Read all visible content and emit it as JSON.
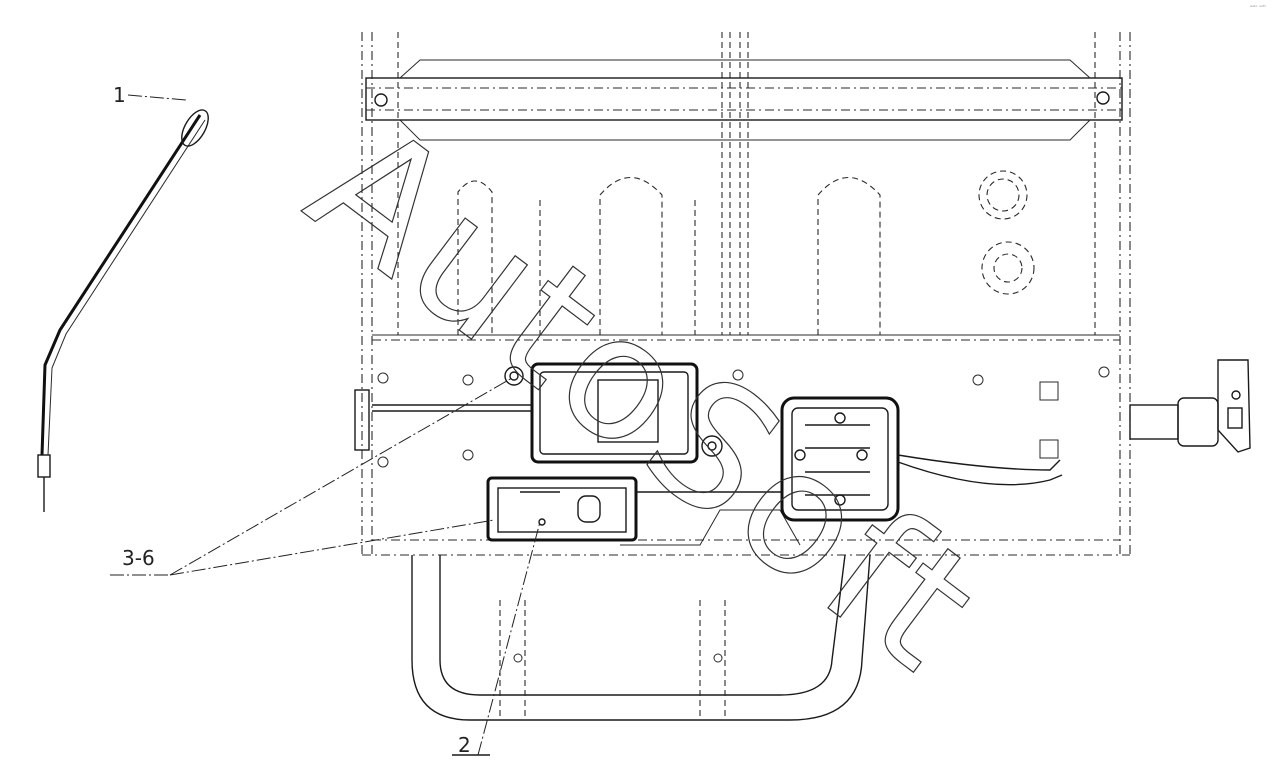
{
  "callouts": {
    "c1": "1",
    "c2": "2",
    "c3": "3-6"
  },
  "watermark": "AutoSoft",
  "corner_mark": "ᵃᵘᵗᵒ ˢᵒᶠᵗ",
  "colors": {
    "line": "#1a1a1a",
    "background": "#ffffff"
  }
}
